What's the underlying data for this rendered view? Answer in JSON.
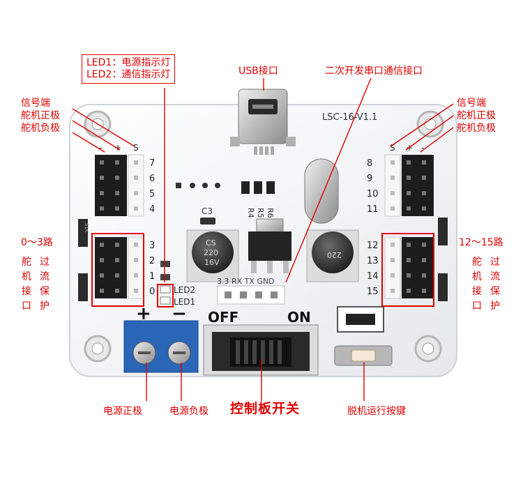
{
  "labels": {
    "led_box": [
      "LED1：电源指示灯",
      "LED2：通信指示灯"
    ],
    "usb": "USB接口",
    "serial": "二次开发串口通信接口",
    "left_pins": [
      "信号端",
      "舵机正极",
      "舵机负极"
    ],
    "right_pins": [
      "信号端",
      "舵机正极",
      "舵机负极"
    ],
    "left_range": "0～3路",
    "right_range": "12～15路",
    "overcurrent_cols": [
      "舵机接口",
      "过流保护"
    ],
    "power_pos": "电源正极",
    "power_neg": "电源负极",
    "switch": "控制板开关",
    "offline_btn": "脱机运行按键"
  },
  "board": {
    "model": "LSC-16-V1.1",
    "header_left": [
      "-",
      "+",
      "S"
    ],
    "header_right": [
      "S",
      "+",
      "-"
    ],
    "channels_left_top": [
      "7",
      "6",
      "5",
      "4"
    ],
    "channels_left_bottom": [
      "3",
      "2",
      "1",
      "0"
    ],
    "channels_right_top": [
      "8",
      "9",
      "10",
      "11"
    ],
    "channels_right_bottom": [
      "12",
      "13",
      "14",
      "15"
    ],
    "c3": "C3",
    "resistors": [
      "R6",
      "R5",
      "R4"
    ],
    "cap_text": [
      "CS",
      "220",
      "16V"
    ],
    "uart": "3.3 RX TX GND",
    "led1": "LED1",
    "led2": "LED2",
    "fuse": "S1K",
    "plus": "+",
    "minus": "−",
    "off": "OFF",
    "on": "ON"
  },
  "colors": {
    "label_red": "#e00000",
    "board": "#f2f4f6",
    "terminal_blue": "#2a66b8"
  }
}
